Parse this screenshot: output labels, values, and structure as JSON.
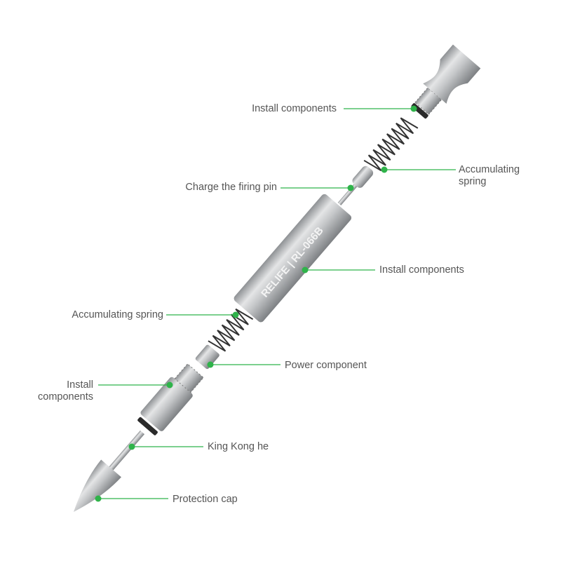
{
  "colors": {
    "accent": "#2fb34a",
    "label_text": "#555555",
    "metal": "#b9bbbd"
  },
  "product": {
    "logo": "RELIFE | RL-066B"
  },
  "callouts": [
    {
      "id": "top-install",
      "lines": [
        "Install components"
      ]
    },
    {
      "id": "top-spring",
      "lines": [
        "Accumulating",
        "spring"
      ]
    },
    {
      "id": "firing-pin",
      "lines": [
        "Charge the firing pin"
      ]
    },
    {
      "id": "tube",
      "lines": [
        "Install components"
      ]
    },
    {
      "id": "lower-spring",
      "lines": [
        "Accumulating spring"
      ]
    },
    {
      "id": "power",
      "lines": [
        "Power component"
      ]
    },
    {
      "id": "lower-install",
      "lines": [
        "Install",
        "components"
      ]
    },
    {
      "id": "needle",
      "lines": [
        "King Kong he"
      ]
    },
    {
      "id": "cap",
      "lines": [
        "Protection cap"
      ]
    }
  ]
}
